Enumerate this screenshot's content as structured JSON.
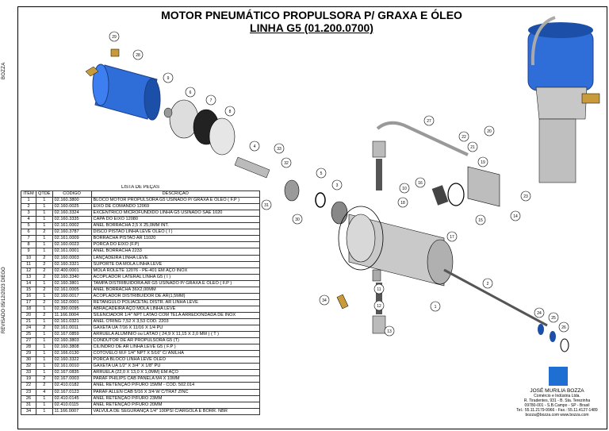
{
  "title": {
    "line1": "MOTOR PNEUMÁTICO PROPULSORA P/ GRAXA E ÓLEO",
    "line2": "LINHA G5  (01.200.0700)"
  },
  "revision_note": "REVISADO 05/12/2023 DIEGO",
  "side_logo": "BOZZA",
  "parts_list": {
    "caption": "LISTA DE PEÇAS",
    "headers": [
      "ITEM",
      "QTDE",
      "CODIGO",
      "DESCRIÇÃO"
    ],
    "rows": [
      [
        "1",
        "1",
        "02.160.3800",
        "BLOCO MOTOR PROPULSORA G5 USINADO P/ GRAXA E OLEO ( F.P )"
      ],
      [
        "2",
        "1",
        "02.160.0025",
        "EIXO DE COMANDO 12069"
      ],
      [
        "3",
        "1",
        "02.160.3324",
        "EXCENTRICO MICROFUNDIDO LINHA G5 USINADO SAE 1020"
      ],
      [
        "4",
        "1",
        "02.160.3335",
        "CAPA DO EIXO 12080"
      ],
      [
        "5",
        "1",
        "02.161.0002",
        "ANEL BORRACHA 2,5 X 25,0MM INT."
      ],
      [
        "6",
        "2",
        "02.160.3787",
        "DISCO PISTAO LINHA LEVE OLEO ( I )"
      ],
      [
        "7",
        "1",
        "02.161.0009",
        "BORRACHA PISTAO AR 11020"
      ],
      [
        "8",
        "1",
        "02.160.0023",
        "PORCA DO EIXO (F.P)"
      ],
      [
        "9",
        "1",
        "02.161.0001",
        "ANEL BORRACHA 2233"
      ],
      [
        "10",
        "2",
        "02.160.0003",
        "LANÇADEIRA LINHA LEVE"
      ],
      [
        "11",
        "2",
        "02.160.3321",
        "SUPORTE DA MOLA LINHA LEVE"
      ],
      [
        "12",
        "2",
        "02.400.0001",
        "MOLA ROLETE 12076 - PE-401 EM AÇO INOX"
      ],
      [
        "13",
        "2",
        "02.160.3340",
        "ACOPLADOR LATERAL LINHA G5 ( I )"
      ],
      [
        "14",
        "1",
        "02.160.3801",
        "TAMPA DISTRIBUIDORA AR G5 USINADO P/ GRAXA E OLEO ( F.P )"
      ],
      [
        "15",
        "2",
        "02.161.0005",
        "ANEL BORRACHA 36X2,00MM"
      ],
      [
        "16",
        "1",
        "02.160.0017",
        "ACOPLADOR DISTRIBUIDOR DE AR(1,5MM)"
      ],
      [
        "17",
        "2",
        "02.162.0001",
        "RETANGULO POLIACETAL DISTR. AR LINHA LEVE"
      ],
      [
        "18",
        "1",
        "02.390.0095",
        "ABRAÇADEIRA AÇO MOLA LINHA LEVE"
      ],
      [
        "20",
        "2",
        "11.166.0004",
        "SILENCIADOR 1/4\" NPT LATAO COM TELA ARREDONDADA DE INOX"
      ],
      [
        "21",
        "1",
        "02.161.0321",
        "ANEL O'RING 7,52 X 3,53 CÓD. 2203"
      ],
      [
        "24",
        "2",
        "02.161.0011",
        "GAXETA UA 7/16 X 11/16 X 1/4 PU"
      ],
      [
        "25",
        "1",
        "02.167.0859",
        "ARRUELA ALUMINIO ou LATÃO ( 24,9 X 11,15 X 2,0 MM ) ( T )"
      ],
      [
        "27",
        "1",
        "02.160.3803",
        "CONDUTOR DE AR PROPULSORA G5 (T)"
      ],
      [
        "28",
        "1",
        "02.160.3808",
        "CILINDRO DE AR LINHA LEVE G5 ( F.P )"
      ],
      [
        "29",
        "1",
        "02.166.0130",
        "COTOVELO M.F 1/4\" NPT X 5/16\" C/ ANILHA"
      ],
      [
        "30",
        "1",
        "02.160.3322",
        "PORCA BLOCO LINHA LEVE OLEO"
      ],
      [
        "32",
        "1",
        "02.161.0010",
        "GAXETA UA 1/2\" X 3/4\" X 1/8\" PU"
      ],
      [
        "33",
        "1",
        "02.167.0835",
        "ARRUELA (22,0 X 13,0 X 1,0MM) EM AÇO"
      ],
      [
        "19",
        "2",
        "02.167.0003",
        "PARAF PHILIPS CAB PANELA M4 X 10MM"
      ],
      [
        "22",
        "2",
        "02.410.0182",
        "ANEL RETENÇÃO P/FURO 15MM - CÓD. 502.014"
      ],
      [
        "23",
        "4",
        "02.167.0123",
        "PARAF ALLEN CAB 5/16 X 3/4 W C/TRAT ZINC"
      ],
      [
        "26",
        "1",
        "02.410.0145",
        "ANEL RETENÇÃO P/FURO 23MM"
      ],
      [
        "31",
        "1",
        "02.410.0115",
        "ANEL RETENÇÃO P/FURO 20MM"
      ],
      [
        "34",
        "1",
        "11.166.0007",
        "VALVULA DE SEGURANÇA 1/4\" 100PSI C/ARGOLA E BORR. NBR"
      ]
    ]
  },
  "balloons": [
    "1",
    "2",
    "3",
    "4",
    "5",
    "6",
    "7",
    "8",
    "9",
    "10",
    "11",
    "12",
    "13",
    "14",
    "15",
    "16",
    "17",
    "18",
    "19",
    "20",
    "21",
    "22",
    "23",
    "24",
    "25",
    "26",
    "27",
    "28",
    "29",
    "30",
    "31",
    "32",
    "33",
    "34"
  ],
  "company": {
    "name": "JOSÉ MURILIA BOZZA",
    "line1": "Comércio e Indústria Ltda.",
    "line2": "R. Tiradentes, 931 - B. Sta. Terezinha",
    "line3": "09780-001 - S.B.Campo - SP - Brasil",
    "line4": "Tel.: 55.11.2179-9966 - Fax.: 55.11.4127-1489",
    "line5": "bozza@bozza.com   www.bozza.com"
  },
  "colors": {
    "blue": "#2f6ed8",
    "dark_blue": "#1b3f8c",
    "metal": "#b9b9b9",
    "brass": "#c89a3a",
    "ink": "#000000"
  }
}
